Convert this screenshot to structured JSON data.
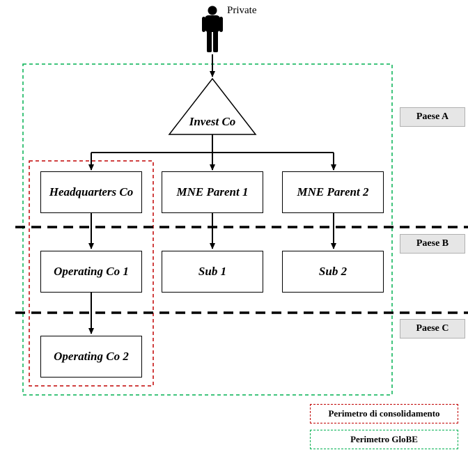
{
  "owner": {
    "label": "Private",
    "icon": "person-icon"
  },
  "top_entity": {
    "label": "Invest Co"
  },
  "entities": {
    "hq": "Headquarters Co",
    "mne1": "MNE Parent 1",
    "mne2": "MNE Parent 2",
    "op1": "Operating Co 1",
    "sub1": "Sub 1",
    "sub2": "Sub 2",
    "op2": "Operating Co 2"
  },
  "countries": [
    "Paese A",
    "Paese B",
    "Paese C"
  ],
  "legend": {
    "consolidation": {
      "label": "Perimetro di consolidamento",
      "color": "#c00000"
    },
    "globe": {
      "label": "Perimetro GloBE",
      "color": "#00b050"
    }
  }
}
